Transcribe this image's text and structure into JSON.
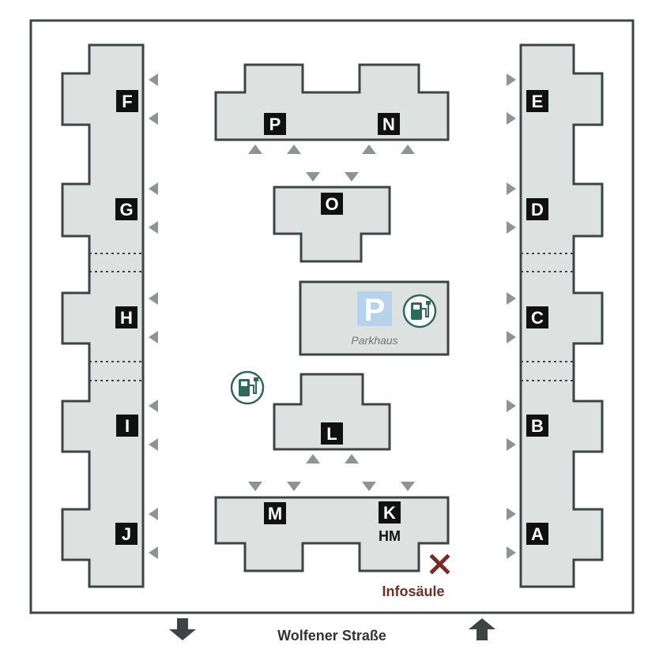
{
  "buildings": {
    "A": "A",
    "B": "B",
    "C": "C",
    "D": "D",
    "E": "E",
    "F": "F",
    "G": "G",
    "H": "H",
    "I": "I",
    "J": "J",
    "K": "K",
    "L": "L",
    "M": "M",
    "N": "N",
    "O": "O",
    "P": "P"
  },
  "labels": {
    "hm": "HM",
    "parkhaus": "Parkhaus",
    "parking_sign": "P",
    "infosaeule": "Infosäule",
    "street": "Wolfener Straße"
  },
  "icons": {
    "ev_charger": "ev-charging-icon",
    "info_marker": "x-marker-icon",
    "entrance": "up-arrow-icon",
    "exit": "down-arrow-icon"
  },
  "colors": {
    "building_fill": "#dde1e0",
    "outline": "#3d4443",
    "label_bg": "#111111",
    "parking_sign": "#b6d3ec",
    "ev_green": "#2e6a58",
    "info_red": "#7b2c22",
    "door_triangle": "#8d9493"
  }
}
